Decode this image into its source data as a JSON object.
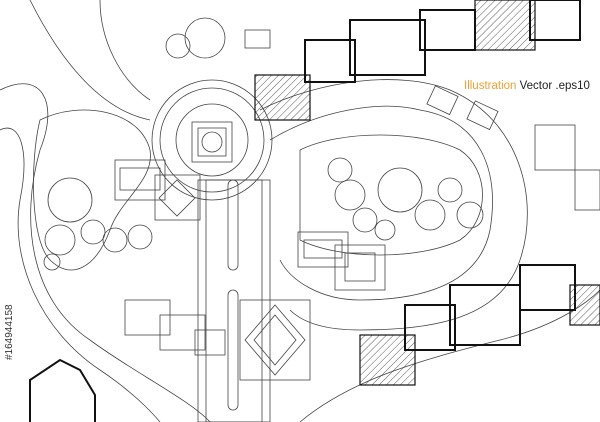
{
  "caption": {
    "highlight": "Illustration",
    "rest": "Vector .eps10"
  },
  "watermark": "#164944158",
  "colors": {
    "highlight": "#f0a030",
    "lines": "#444444",
    "background": "#ffffff"
  },
  "drawing": {
    "kind": "site plan",
    "hatched_buildings": true
  }
}
